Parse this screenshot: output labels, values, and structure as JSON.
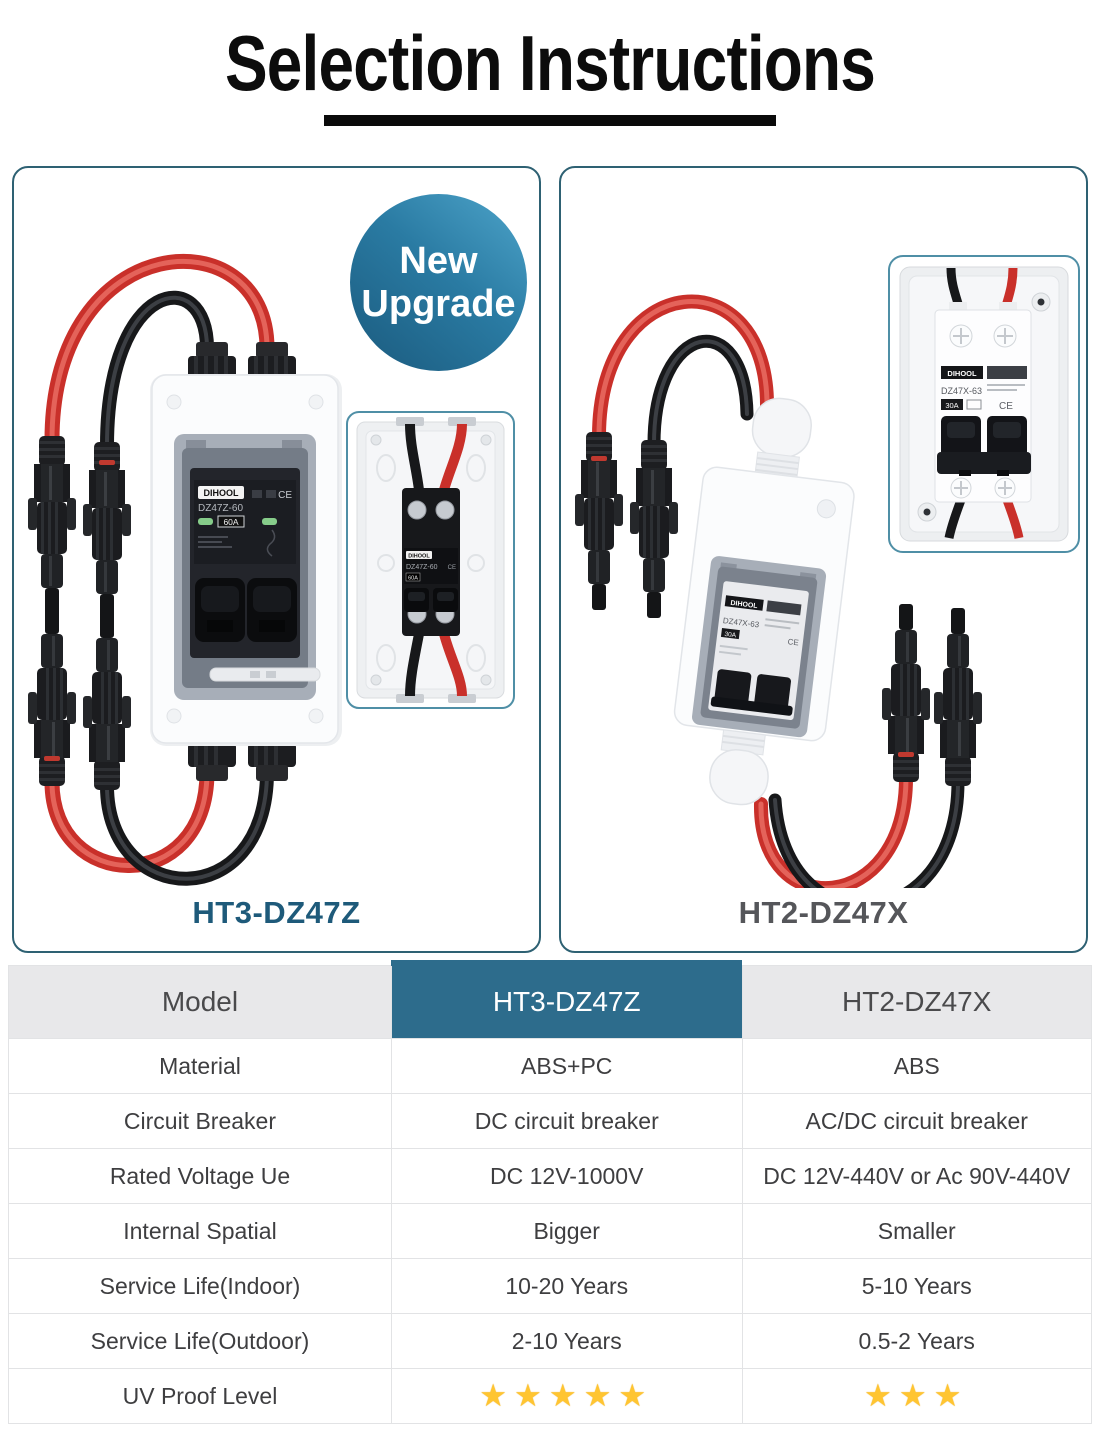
{
  "title": "Selection Instructions",
  "badge": {
    "line1": "New",
    "line2": "Upgrade"
  },
  "panels": {
    "left": {
      "label": "HT3-DZ47Z",
      "breaker": {
        "brand": "DIHOOL",
        "model": "DZ47Z-60",
        "amp": "60A",
        "ce": "CE"
      }
    },
    "right": {
      "label": "HT2-DZ47X",
      "breaker": {
        "brand": "DIHOOL",
        "model": "DZ47X-63",
        "amp": "30A",
        "ce": "CE"
      }
    }
  },
  "table": {
    "headers": {
      "col1": "Model",
      "col2": "HT3-DZ47Z",
      "col3": "HT2-DZ47X"
    },
    "rows": [
      {
        "label": "Material",
        "ht3": "ABS+PC",
        "ht2": "ABS"
      },
      {
        "label": "Circuit Breaker",
        "ht3": "DC circuit breaker",
        "ht2": "AC/DC circuit breaker"
      },
      {
        "label": "Rated Voltage Ue",
        "ht3": "DC 12V-1000V",
        "ht2": "DC 12V-440V or Ac 90V-440V"
      },
      {
        "label": "Internal Spatial",
        "ht3": "Bigger",
        "ht2": "Smaller"
      },
      {
        "label": "Service Life(Indoor)",
        "ht3": "10-20 Years",
        "ht2": "5-10 Years"
      },
      {
        "label": "Service Life(Outdoor)",
        "ht3": "2-10 Years",
        "ht2": "0.5-2 Years"
      },
      {
        "label": "UV Proof Level",
        "ht3": "★★★★★",
        "ht2": "★★★"
      }
    ]
  },
  "colors": {
    "accent_teal": "#2d6c8c",
    "panel_border": "#2e6173",
    "inset_border": "#4f8fa6",
    "badge_blue": "#2a7ba3",
    "star_yellow": "#ffc531",
    "cable_red": "#c9302a",
    "cable_black": "#17181a",
    "ht3_label": "#1e5a7a",
    "ht2_label": "#55565a"
  }
}
